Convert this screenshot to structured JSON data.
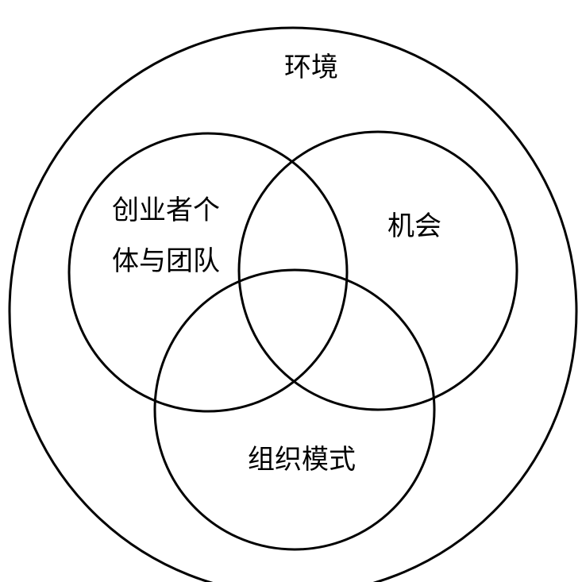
{
  "diagram": {
    "outer": {
      "label": "环境"
    },
    "circles": [
      {
        "label_lines": [
          "创业者个",
          "体与团队"
        ]
      },
      {
        "label_lines": [
          "机会"
        ]
      },
      {
        "label_lines": [
          "组织模式"
        ]
      }
    ]
  },
  "colors": {
    "stroke": "#000000",
    "background": "#ffffff"
  }
}
